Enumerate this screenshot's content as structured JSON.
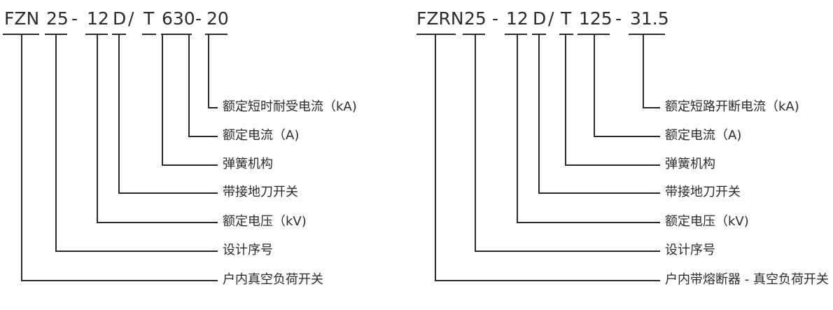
{
  "left": {
    "code": {
      "series": "FZN",
      "design": "25",
      "dash1": "-",
      "voltage": "12",
      "earthing": "D",
      "slash": "/",
      "mechanism": "T",
      "current": "630",
      "dash2": "-",
      "short_time": "20"
    },
    "labels": {
      "short_time": "额定短时耐受电流（kA)",
      "current": "额定电流（A)",
      "mechanism": "弹簧机构",
      "earthing": "带接地刀开关",
      "voltage": "额定电压（kV)",
      "design": "设计序号",
      "series": "户内真空负荷开关"
    }
  },
  "right": {
    "code": {
      "series": "FZRN",
      "design": "25",
      "dash1": "-",
      "voltage": "12",
      "earthing": "D",
      "slash": "/",
      "mechanism": "T",
      "current": "125",
      "dash2": "-",
      "breaking": "31.5"
    },
    "labels": {
      "breaking": "额定短路开断电流（kA)",
      "current": "额定电流（A)",
      "mechanism": "弹簧机构",
      "earthing": "带接地刀开关",
      "voltage": "额定电压（kV)",
      "design": "设计序号",
      "series": "户内带熔断器 - 真空负荷开关"
    }
  }
}
